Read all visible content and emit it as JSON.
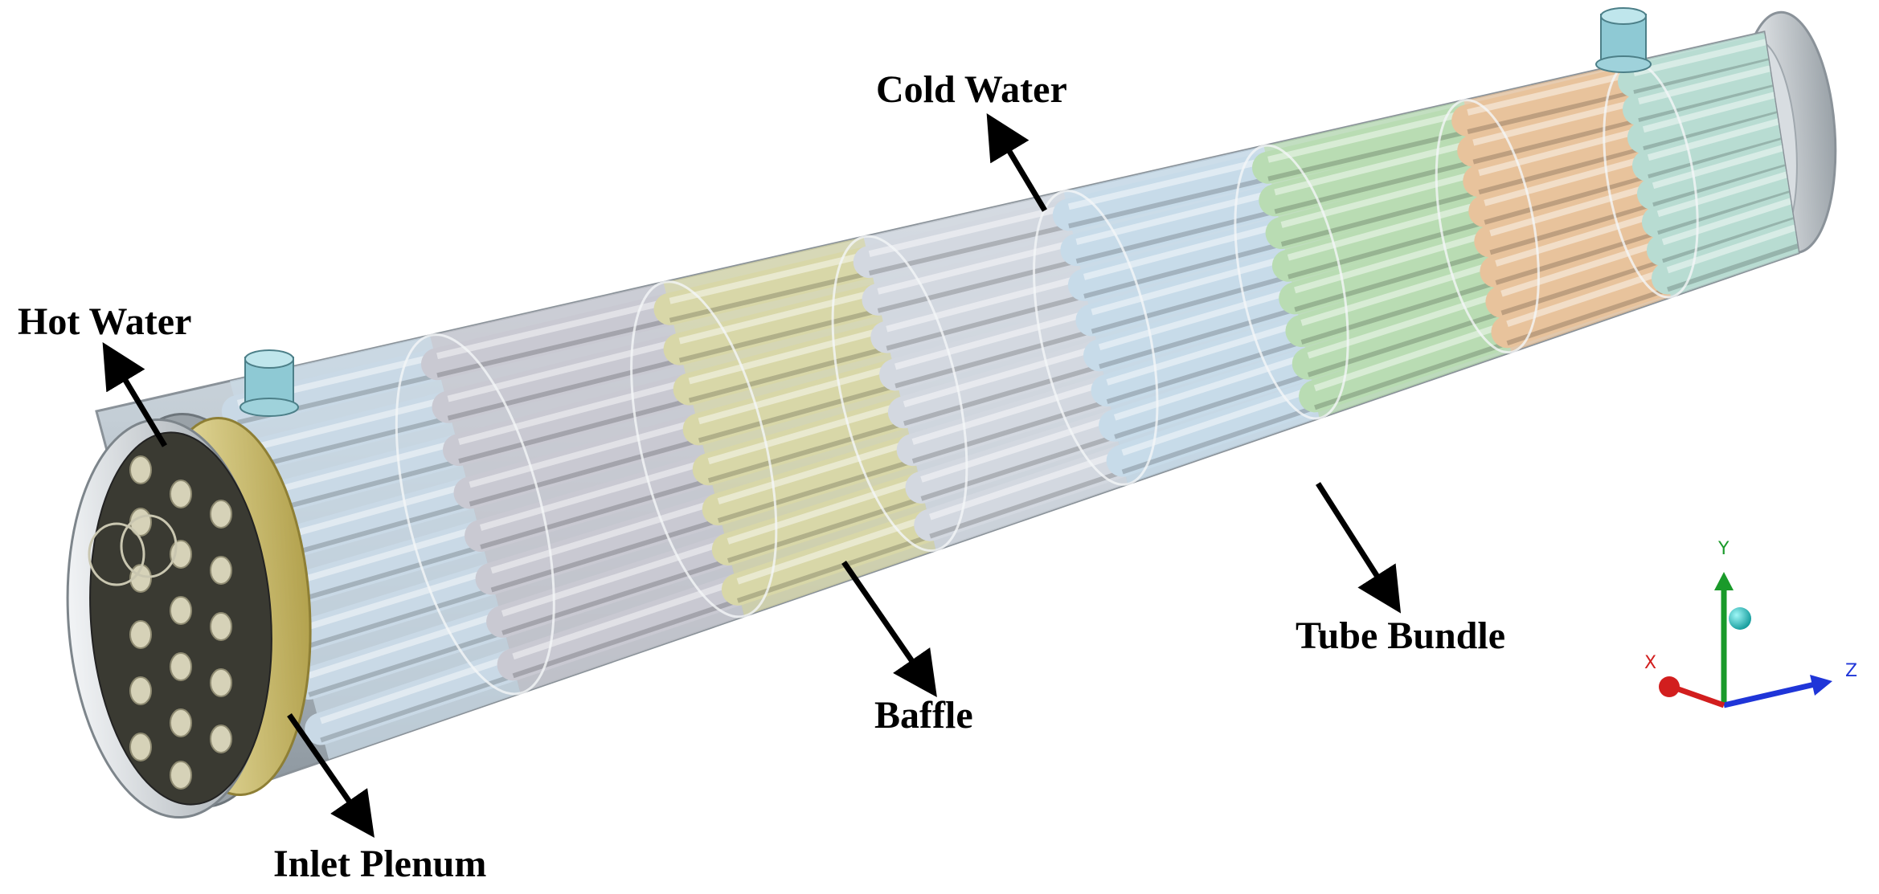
{
  "labels": {
    "cold_water": "Cold Water",
    "hot_water": "Hot Water",
    "tube_bundle": "Tube Bundle",
    "baffle": "Baffle",
    "inlet_plenum": "Inlet Plenum"
  },
  "axis_triad": {
    "y": "Y",
    "x": "X",
    "z": "Z"
  },
  "colors": {
    "shell": "#bcc6ce",
    "plenum_ring": "#d8c878",
    "tube_sheet": "#3a3a32",
    "section_palette": [
      "#c9d9e6",
      "#c9c9d2",
      "#d8d7a8",
      "#d3d8e0",
      "#c7dbe9",
      "#b9dcb3",
      "#e8c39c",
      "#b8dcd2"
    ],
    "axis_x": "#d21e1e",
    "axis_y": "#1a9a2a",
    "axis_z": "#1f35d8",
    "axis_sphere": "#1fc6c6"
  }
}
